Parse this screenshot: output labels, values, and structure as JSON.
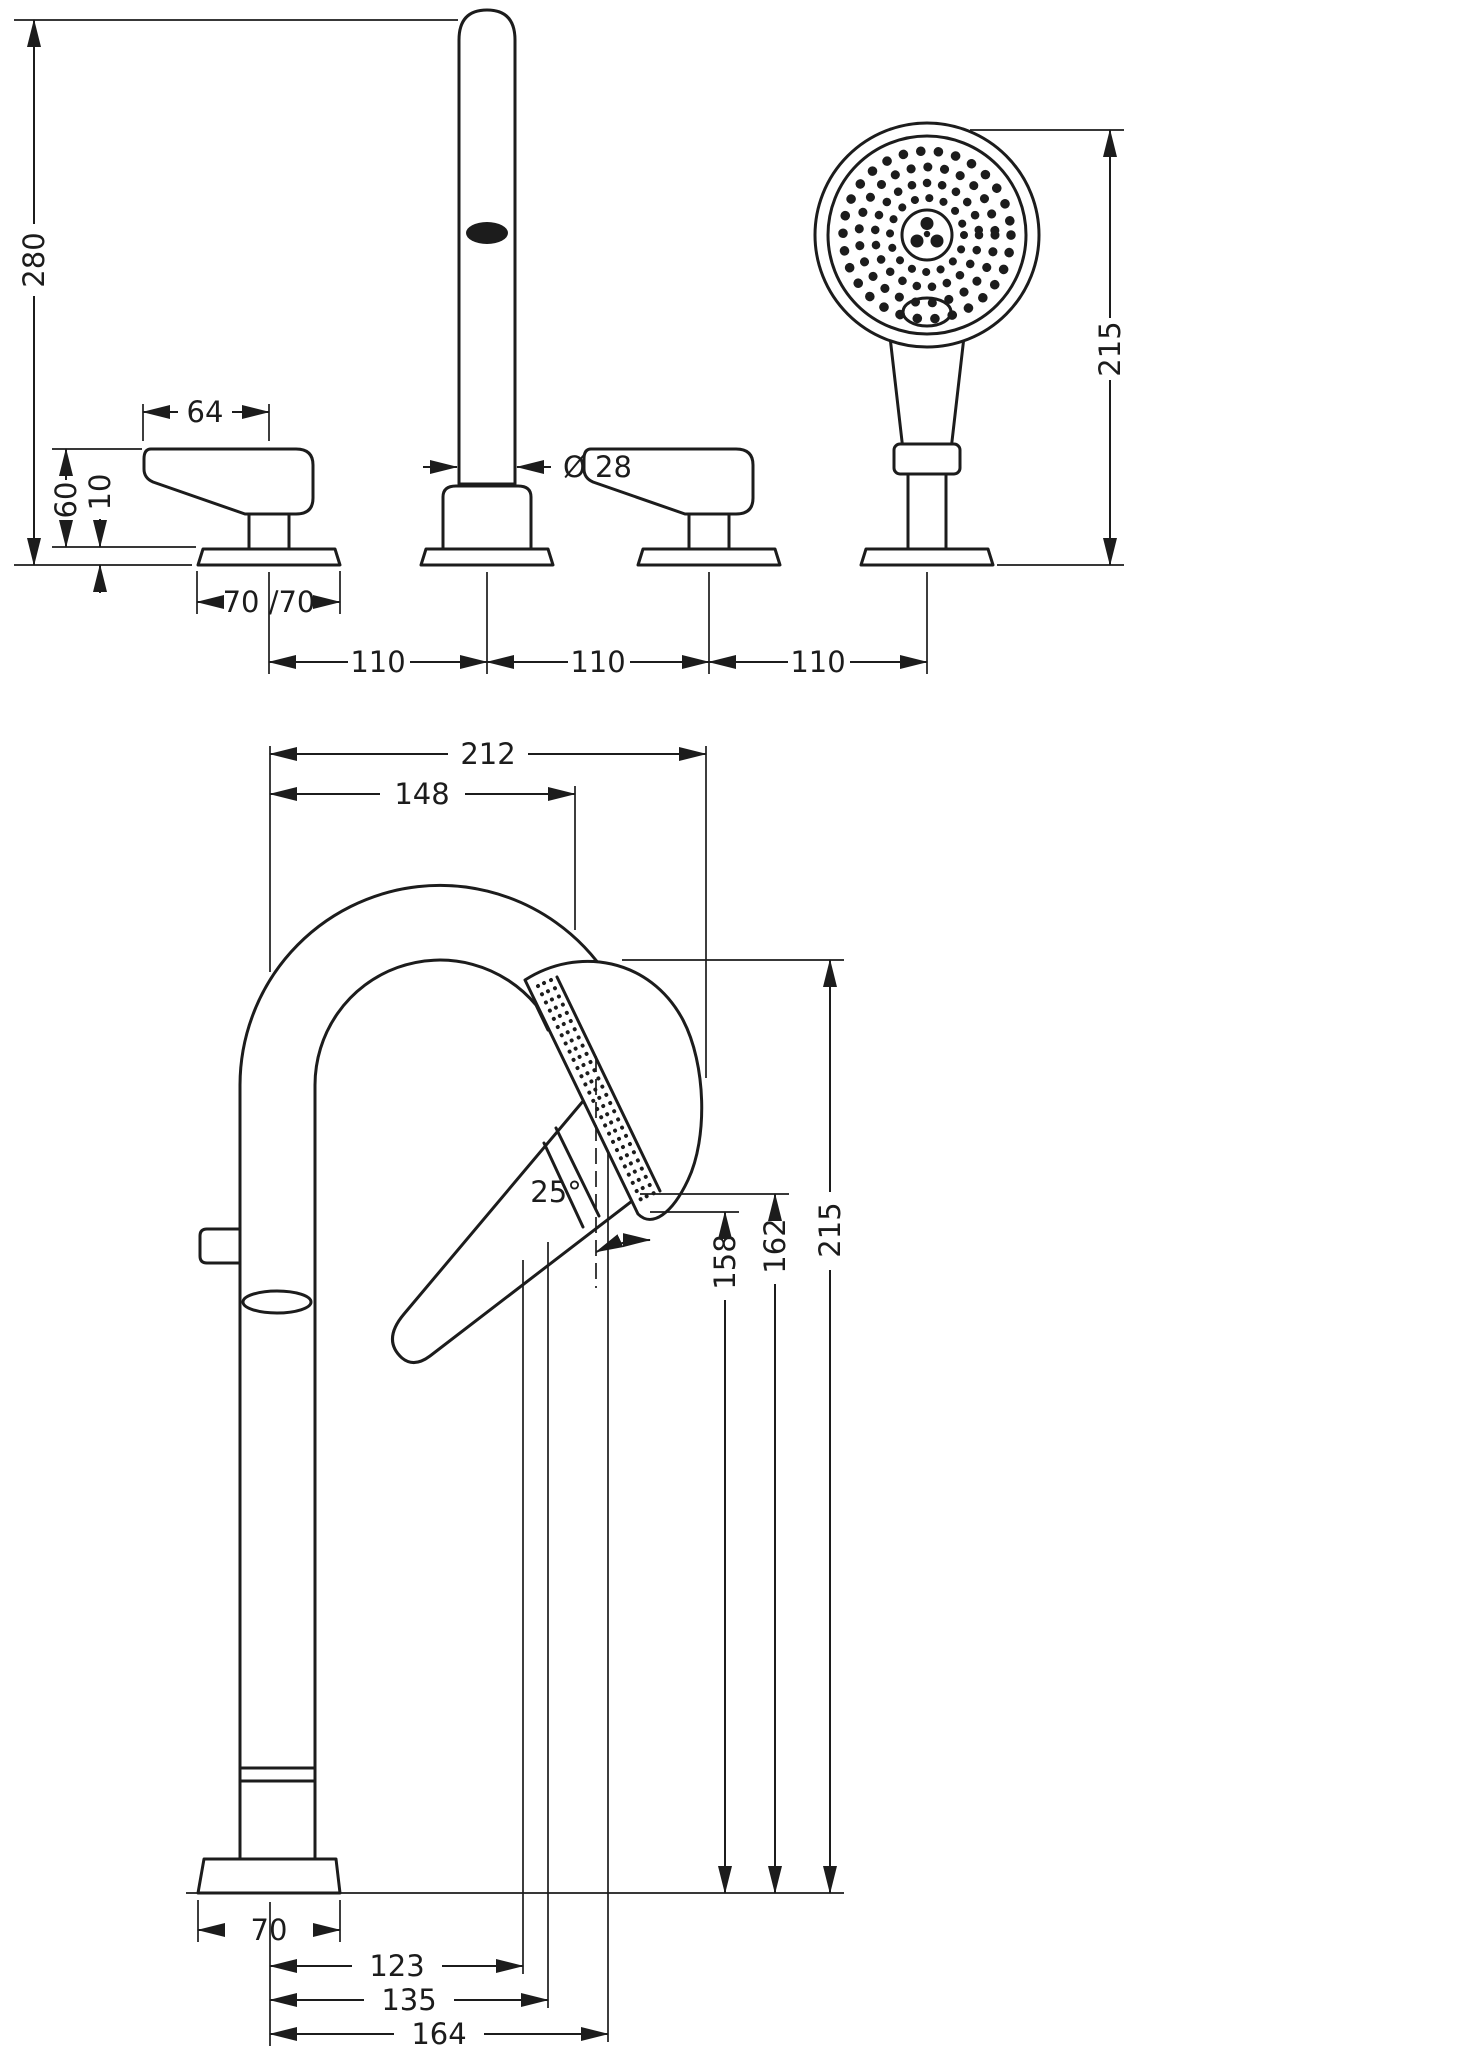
{
  "drawing": {
    "background": "#ffffff",
    "line_color": "#1c1c1c"
  },
  "top_view": {
    "dim_overall_height": "280",
    "dim_handle_length": "64",
    "dim_handle_height": "60",
    "dim_escutcheon_height": "10",
    "dim_spout_diameter": "Ø 28",
    "dim_shower_height": "215",
    "dim_escutcheon_width": "70 /70",
    "dim_spacing_1": "110",
    "dim_spacing_2": "110",
    "dim_spacing_3": "110"
  },
  "side_view": {
    "dim_reach_overall": "212",
    "dim_reach_spout": "148",
    "dim_angle": "25°",
    "dim_height_spray_inner": "158",
    "dim_height_spray_outer": "162",
    "dim_height_overall": "215",
    "dim_base_width": "70",
    "dim_offset_inner": "123",
    "dim_offset_mid": "135",
    "dim_offset_outer": "164"
  }
}
